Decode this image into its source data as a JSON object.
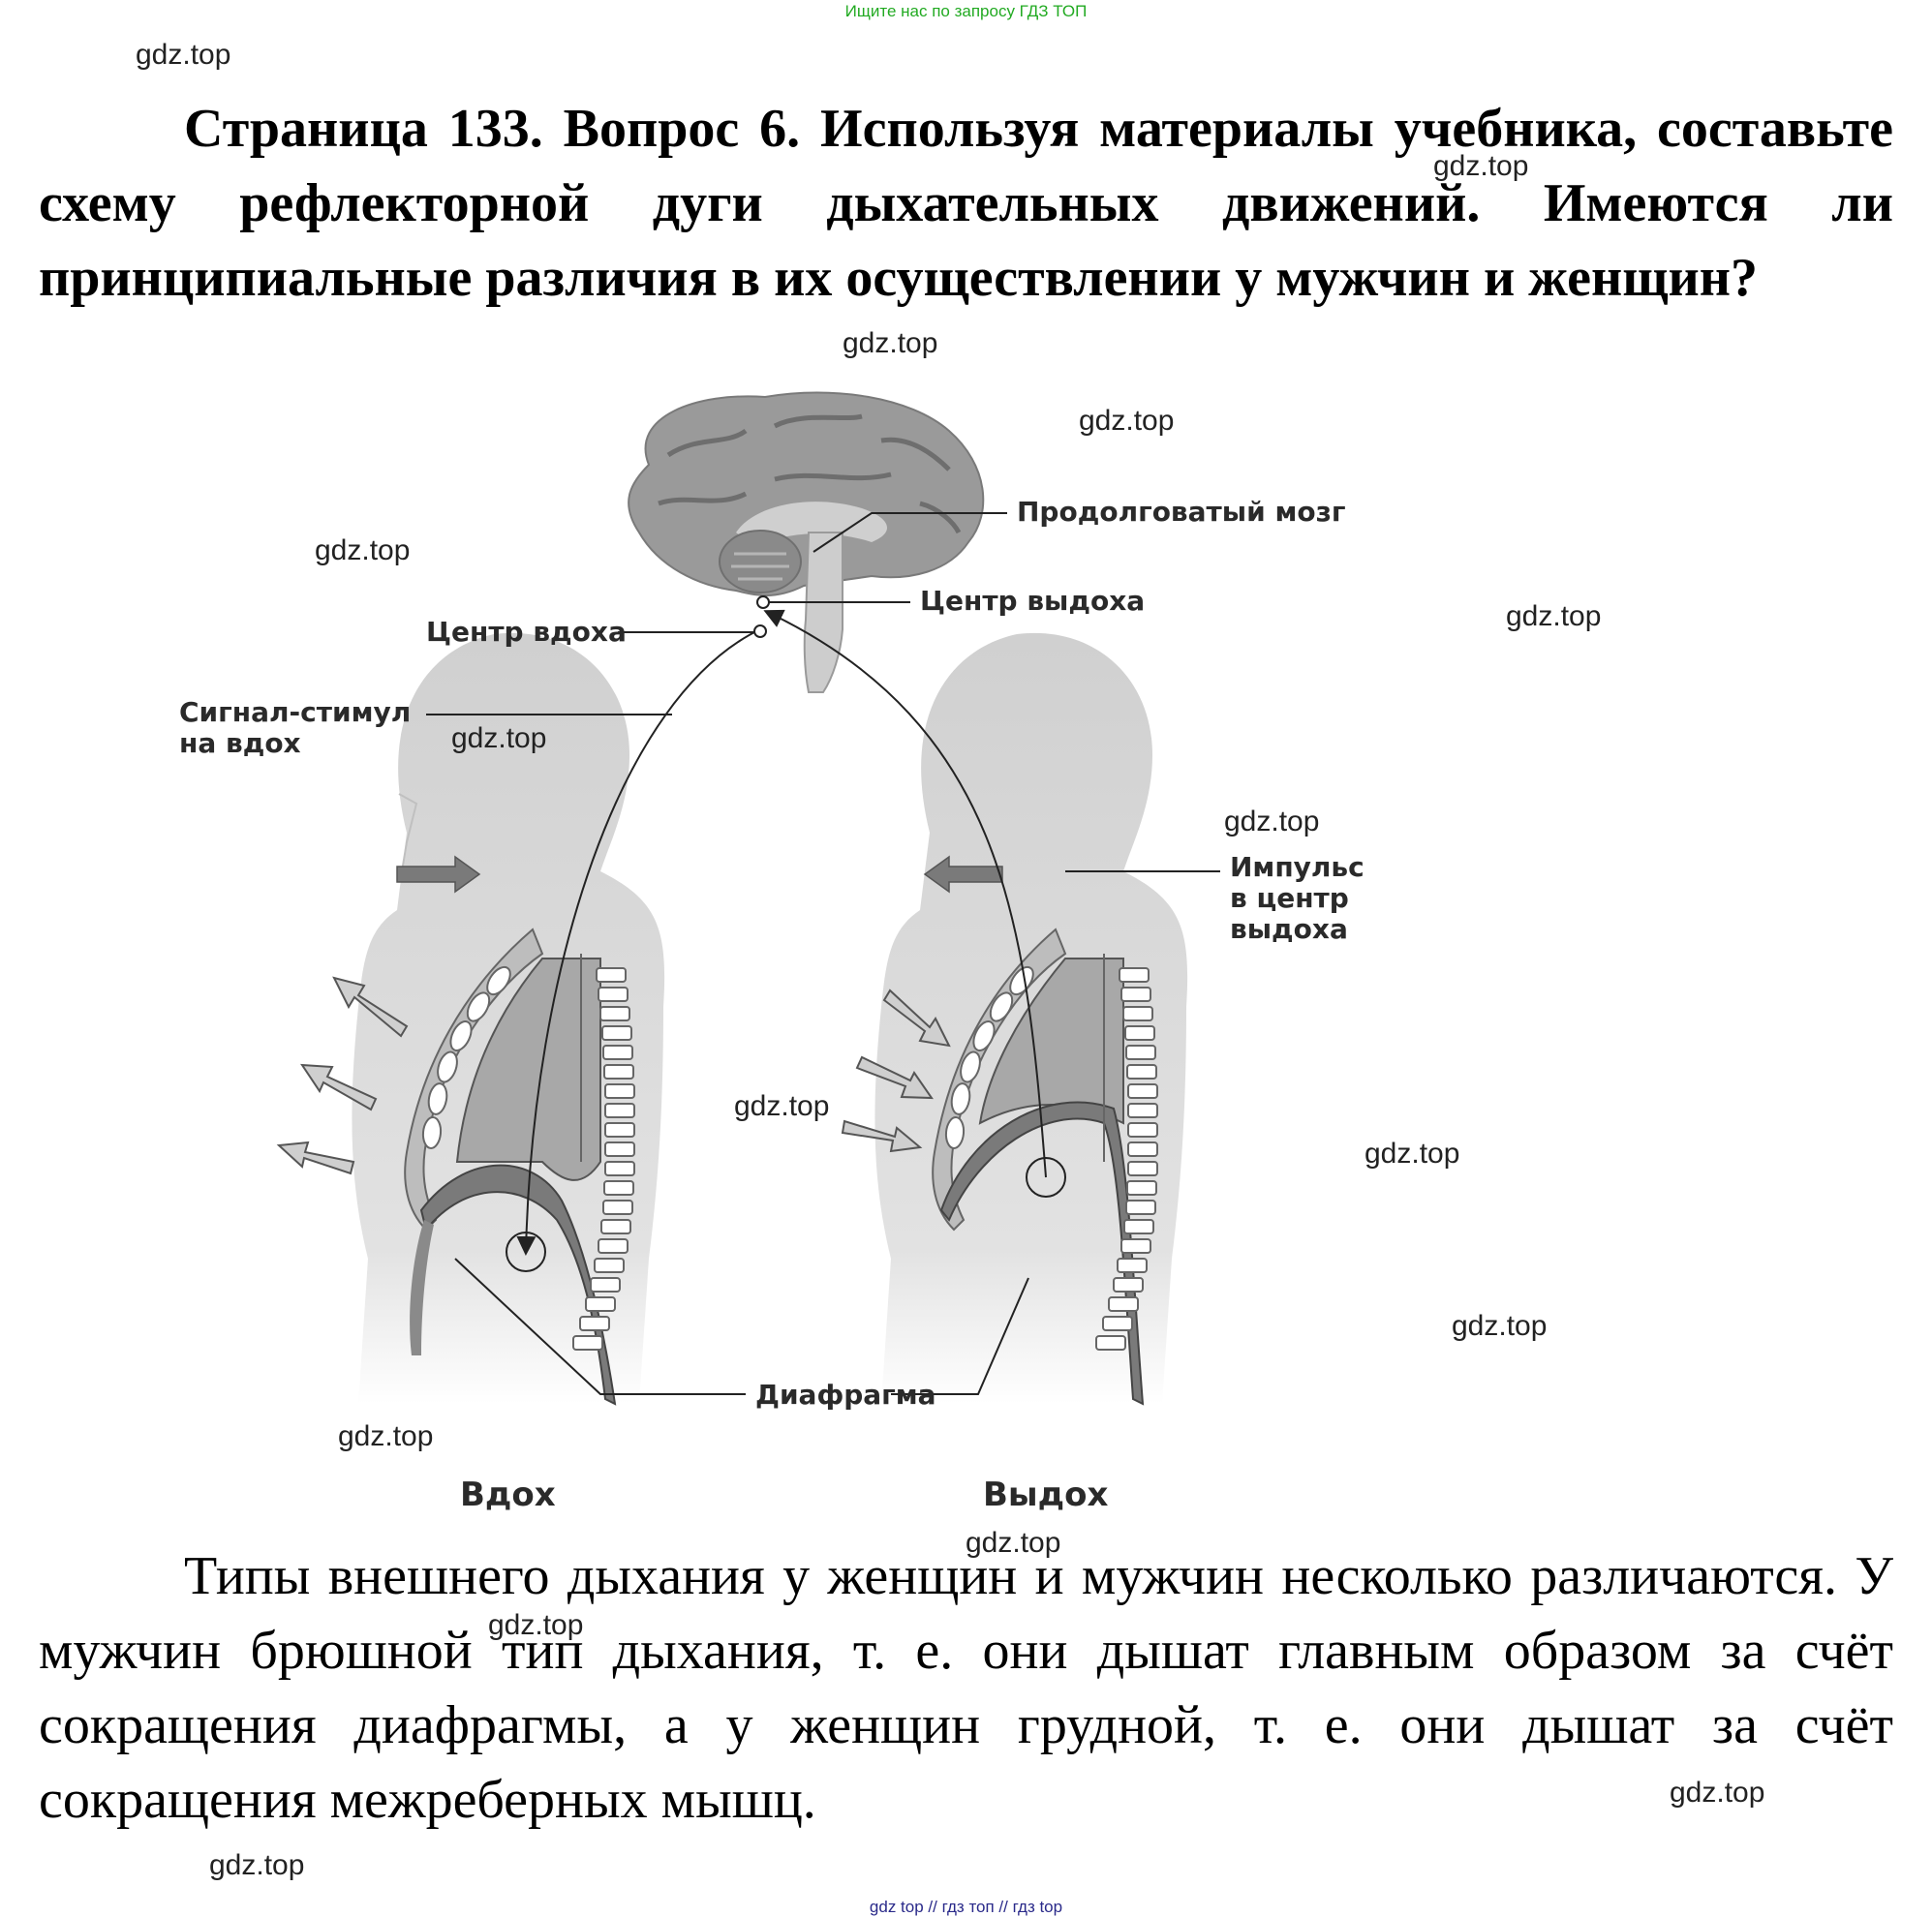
{
  "banner_top": "Ищите нас по запросу ГДЗ ТОП",
  "watermark": "gdz.top",
  "question": {
    "heading": "Страница 133. Вопрос 6.",
    "text": "Используя материалы учебника, составьте схему рефлекторной дуги дыхательных движений. Имеются ли принципиальные различия в их осуществлении у мужчин и женщин?"
  },
  "figure": {
    "labels": {
      "medulla": "Продолговатый мозг",
      "exhale_center": "Центр выдоха",
      "inhale_center": "Центр вдоха",
      "stimulus_line1": "Сигнал-стимул",
      "stimulus_line2": "на вдох",
      "impulse_line1": "Импульс",
      "impulse_line2": "в центр",
      "impulse_line3": "выдоха",
      "diaphragm": "Диафрагма",
      "inhale": "Вдох",
      "exhale": "Выдох"
    }
  },
  "answer": "Типы внешнего дыхания у женщин и мужчин несколько различаются. У мужчин брюшной тип дыхания, т. е. они дышат главным образом за счёт сокращения диафрагмы, а у женщин грудной, т. е. они дышат за счёт сокращения межреберных мышц.",
  "banner_bottom": "gdz top // гдз топ // гдз top"
}
